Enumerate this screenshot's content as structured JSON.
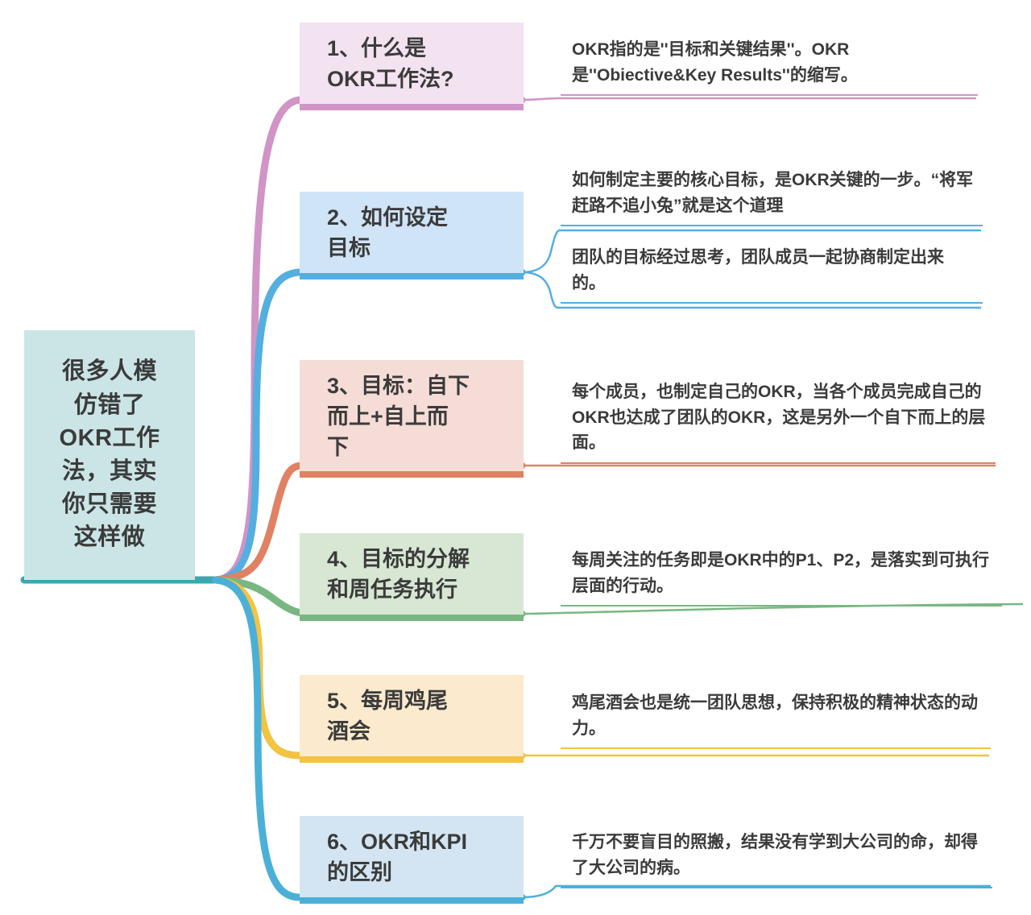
{
  "diagram": {
    "type": "mind-map",
    "title": "很多人模仿错了OKR工作法，其实你只需要这样做",
    "root": {
      "label": "很多人模仿错了OKR工作法，其实你只需要这样做",
      "display_lines": "很多人模\n仿错了\nOKR工作\n法，其实\n你只需要\n这样做",
      "fill": "#cbe5e6",
      "line_color": "#3aa8ae"
    },
    "branches": [
      {
        "index": "1",
        "label": "1、什么是OKR工作法?",
        "display_lines": "1、什么是\nOKR工作法?",
        "fill": "#f3e2ef",
        "line_color": "#d094c6",
        "children": [
          {
            "text": "OKR指的是''目标和关键结果''。OKR是''Obiective&Key Results''的缩写。"
          }
        ]
      },
      {
        "index": "2",
        "label": "2、如何设定目标",
        "display_lines": "2、如何设定\n目标",
        "fill": "#cfe4f7",
        "line_color": "#54aee0",
        "children": [
          {
            "text": "如何制定主要的核心目标，是OKR关键的一步。“将军赶路不追小兔”就是这个道理"
          },
          {
            "text": "团队的目标经过思考，团队成员一起协商制定出来的。"
          }
        ]
      },
      {
        "index": "3",
        "label": "3、目标：自下而上+自上而下",
        "display_lines": "3、目标：自下\n而上+自上而\n下",
        "fill": "#f6dcd6",
        "line_color": "#e08163",
        "children": [
          {
            "text": "每个成员，也制定自己的OKR，当各个成员完成自己的OKR也达成了团队的OKR，这是另外一个自下而上的层面。"
          }
        ]
      },
      {
        "index": "4",
        "label": "4、目标的分解和周任务执行",
        "display_lines": "4、目标的分解\n和周任务执行",
        "fill": "#d7e7d4",
        "line_color": "#79b782",
        "children": [
          {
            "text": "每周关注的任务即是OKR中的P1、P2，是落实到可执行层面的行动。"
          }
        ]
      },
      {
        "index": "5",
        "label": "5、每周鸡尾酒会",
        "display_lines": "5、每周鸡尾\n酒会",
        "fill": "#fbeacd",
        "line_color": "#f3c342",
        "children": [
          {
            "text": "鸡尾酒会也是统一团队思想，保持积极的精神状态的动力。"
          }
        ]
      },
      {
        "index": "6",
        "label": "6、OKR和KPI的区别",
        "display_lines": "6、OKR和KPI\n的区别",
        "fill": "#d3e5f2",
        "line_color": "#4bb0d8",
        "children": [
          {
            "text": "千万不要盲目的照搬，结果没有学到大公司的命，却得了大公司的病。"
          }
        ]
      }
    ]
  }
}
